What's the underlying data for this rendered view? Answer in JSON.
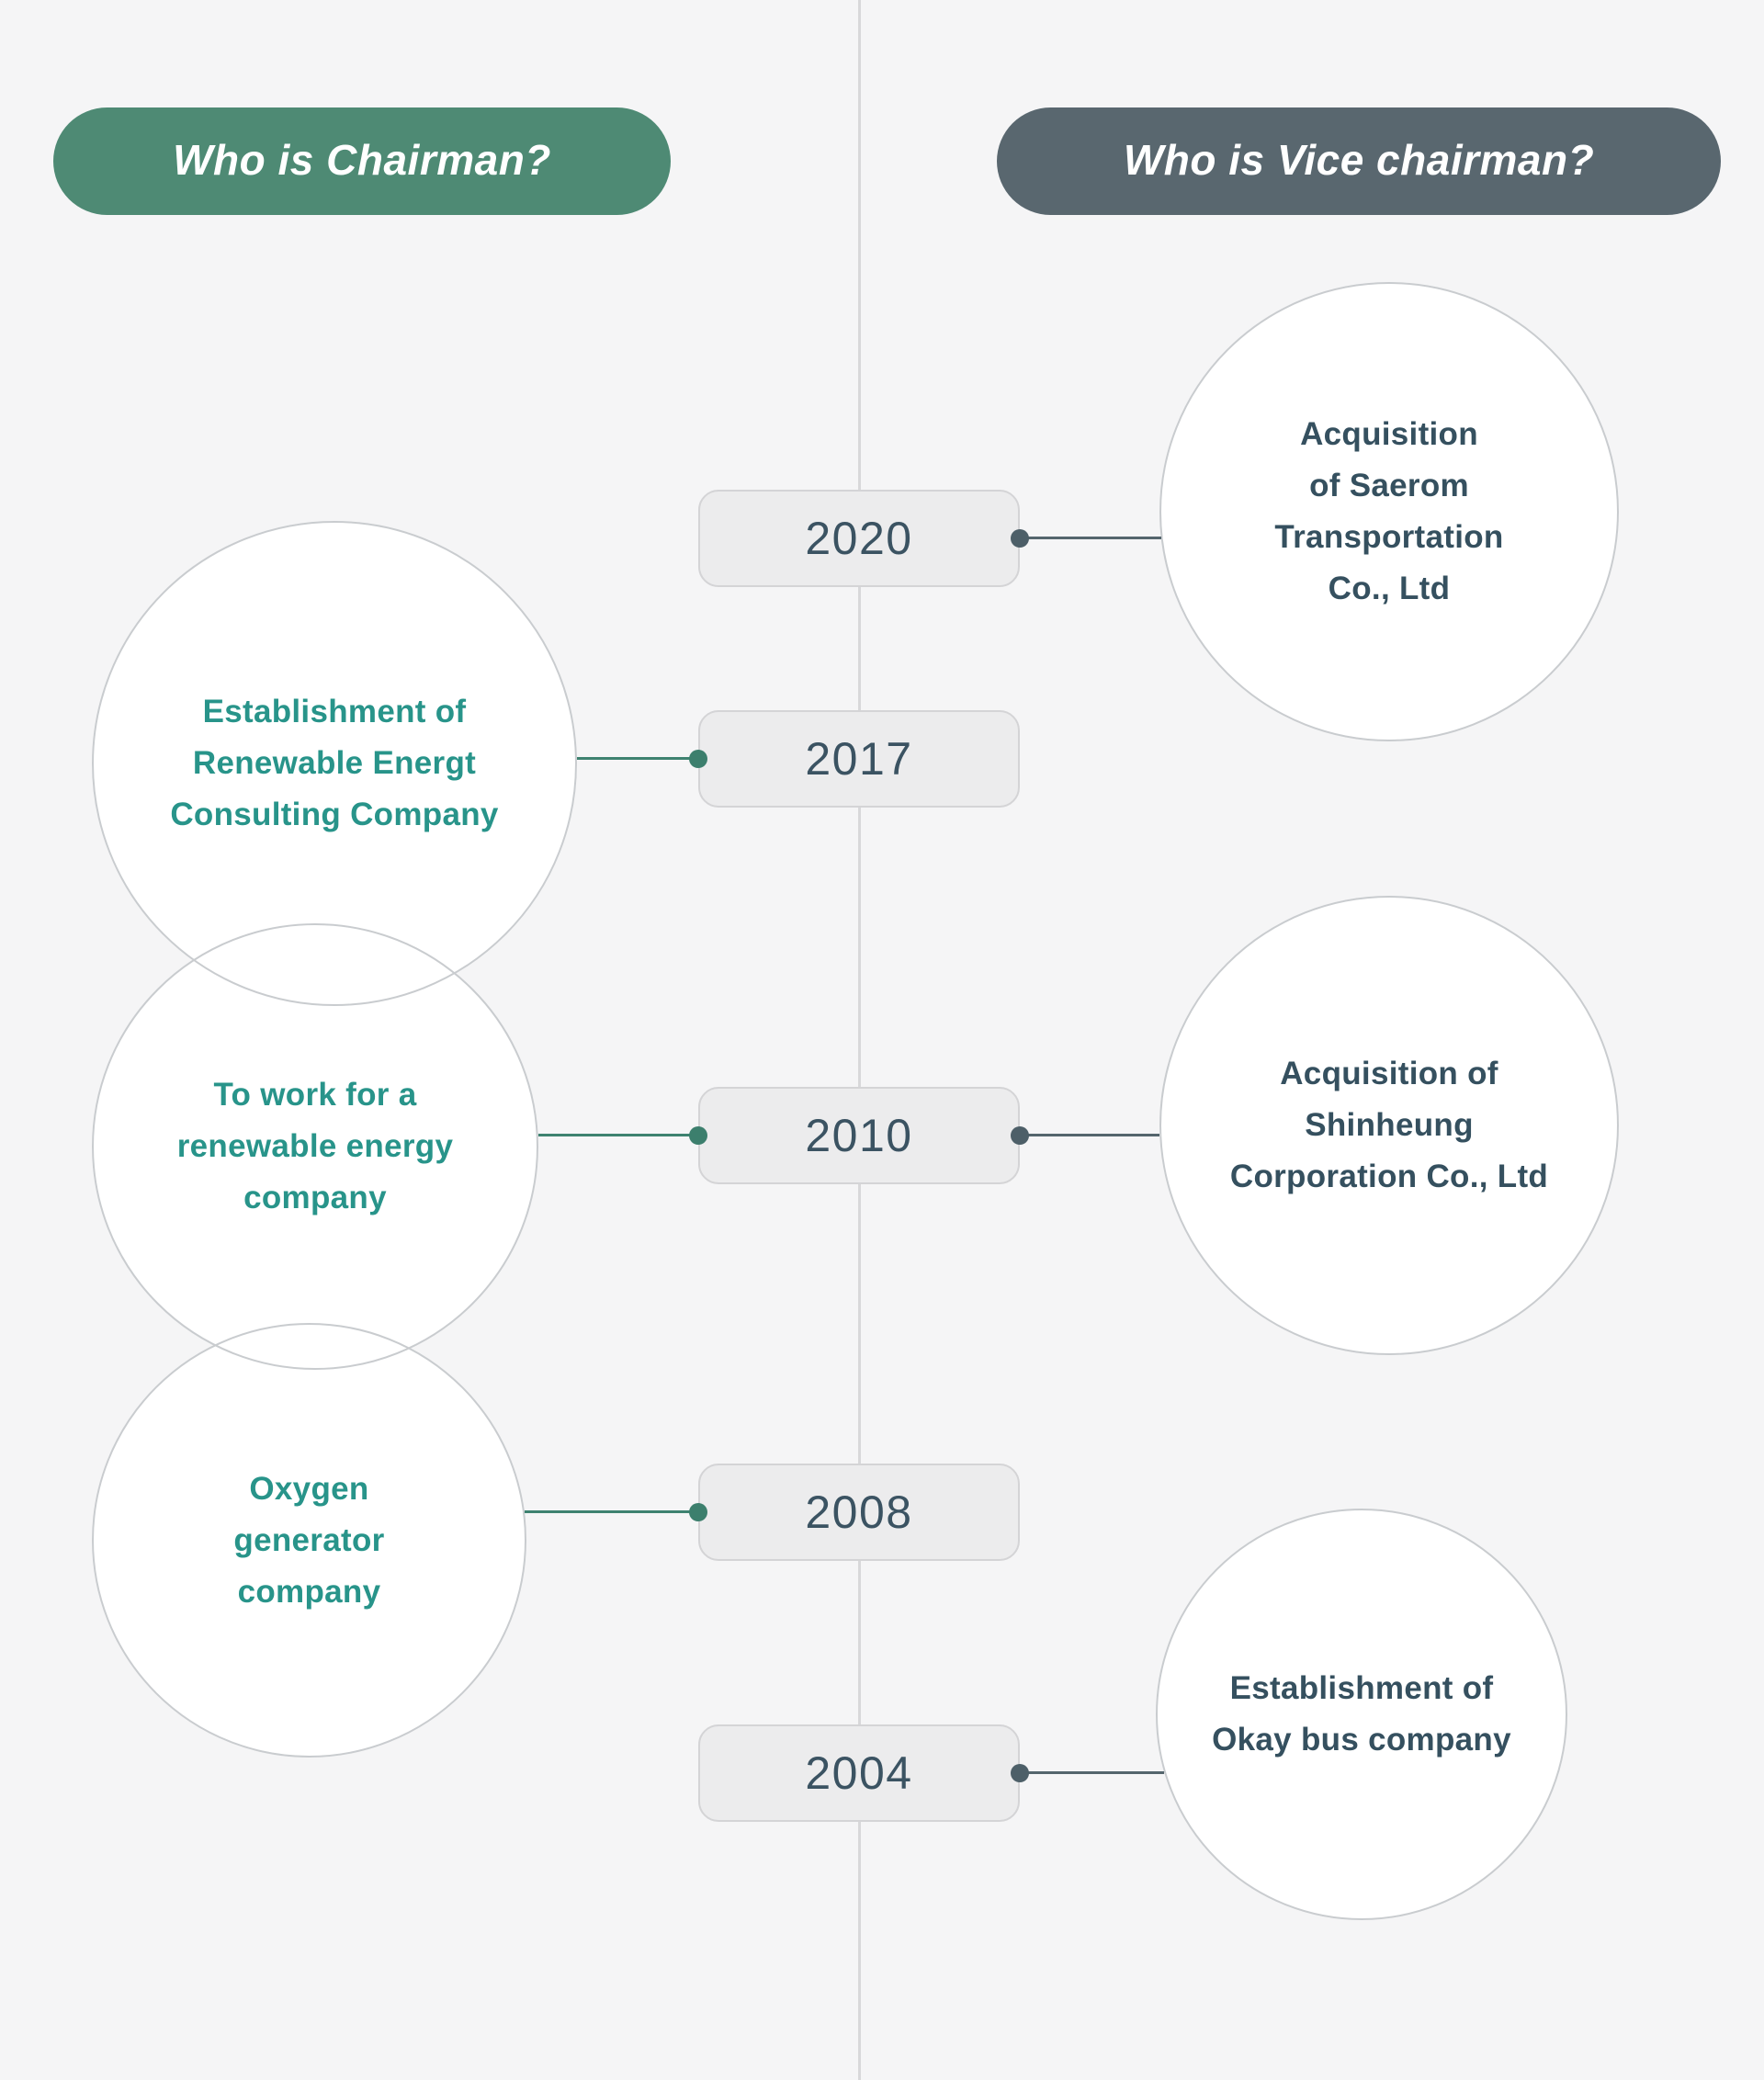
{
  "headers": {
    "left": {
      "label": "Who is Chairman?",
      "color": "#4e8a74"
    },
    "right": {
      "label": "Who is Vice chairman?",
      "color": "#59676f"
    }
  },
  "palette": {
    "background": "#f5f5f6",
    "axis_line": "#d8d8da",
    "year_box_fill": "#ececed",
    "year_box_border": "#d4d4d6",
    "year_text": "#3b5362",
    "chairman_text": "#28948a",
    "vice_chairman_text": "#35505f",
    "chairman_connector": "#3e8270",
    "vice_chairman_connector": "#54656d",
    "circle_fill": "#ffffff",
    "circle_border": "#c9cccf"
  },
  "events": [
    {
      "year": "2020",
      "right_text": "Acquisition\nof Saerom\nTransportation\nCo., Ltd"
    },
    {
      "year": "2017",
      "left_text": "Establishment of\nRenewable Energt\nConsulting Company"
    },
    {
      "year": "2010",
      "left_text": "To work for a\nrenewable energy\ncompany",
      "right_text": "Acquisition of\nShinheung\nCorporation Co., Ltd"
    },
    {
      "year": "2008",
      "left_text": "Oxygen\ngenerator\ncompany"
    },
    {
      "year": "2004",
      "right_text": "Establishment of\nOkay bus company"
    }
  ]
}
